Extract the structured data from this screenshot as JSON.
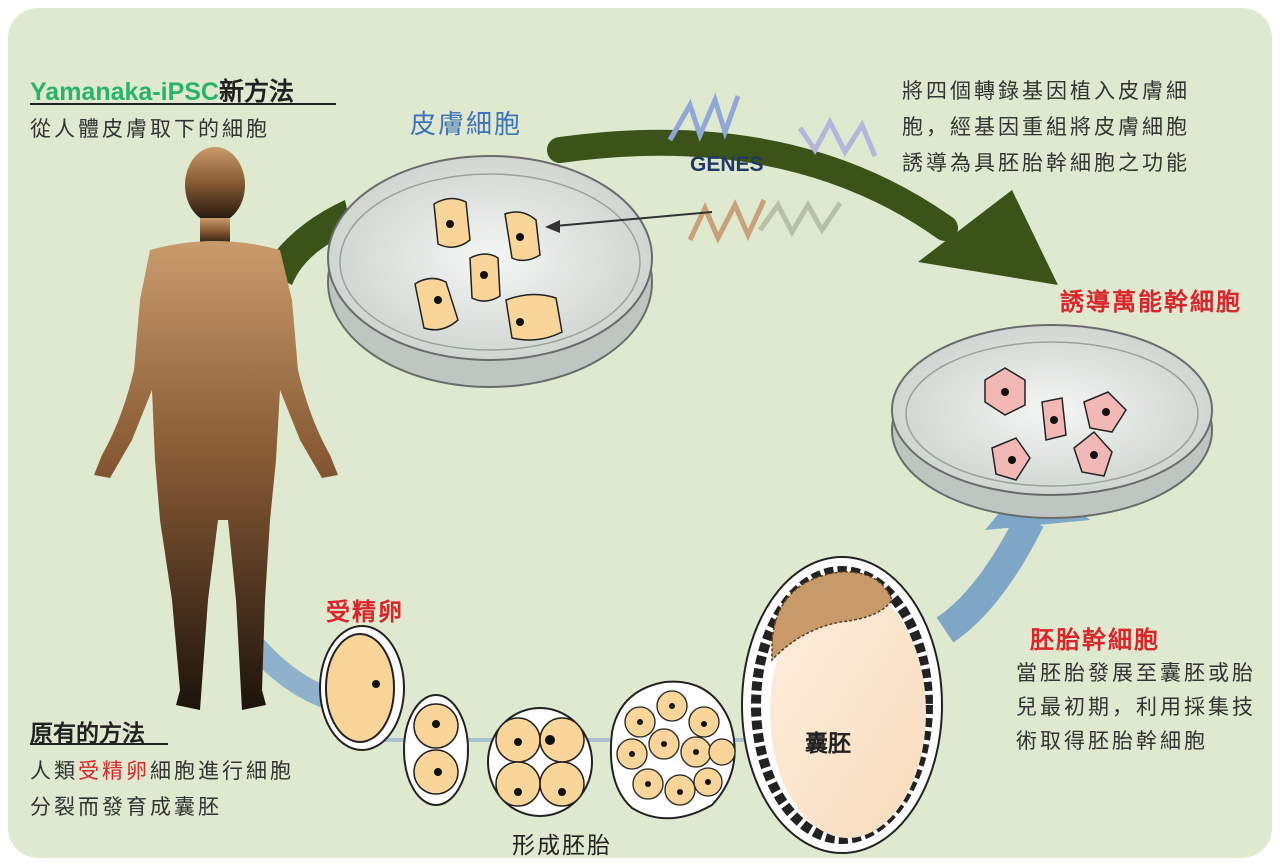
{
  "new_method": {
    "brand": "Yamanaka-iPSC",
    "title_suffix": "新方法",
    "desc": "從人體皮膚取下的細胞"
  },
  "skin_cells_label": "皮膚細胞",
  "genes_label": "GENES",
  "transgene_desc": [
    "將四個轉錄基因植入皮膚細",
    "胞，經基因重組將皮膚細胞",
    "誘導為具胚胎幹細胞之功能"
  ],
  "ips_label": "誘導萬能幹細胞",
  "es_label": "胚胎幹細胞",
  "es_desc": [
    "當胚胎發展至囊胚或胎",
    "兒最初期，利用採集技",
    "術取得胚胎幹細胞"
  ],
  "blastocyst_label": "囊胚",
  "embryo_label": "形成胚胎",
  "zygote_label": "受精卵",
  "old_method": {
    "title": "原有的方法",
    "line1_before": "人類",
    "line1_highlight": "受精卵",
    "line1_after": "細胞進行細胞",
    "line2": "分裂而發育成囊胚"
  },
  "colors": {
    "background": "#dfe9cf",
    "brand_green": "#29b36a",
    "label_red": "#d9262b",
    "label_blue": "#3d73b8",
    "genes_navy": "#1f3864",
    "arrow_green": "#3b5219",
    "arrow_blue": "#7ea6c6",
    "cell_skin": "#f9d59a",
    "cell_ips": "#f2b8b5"
  }
}
